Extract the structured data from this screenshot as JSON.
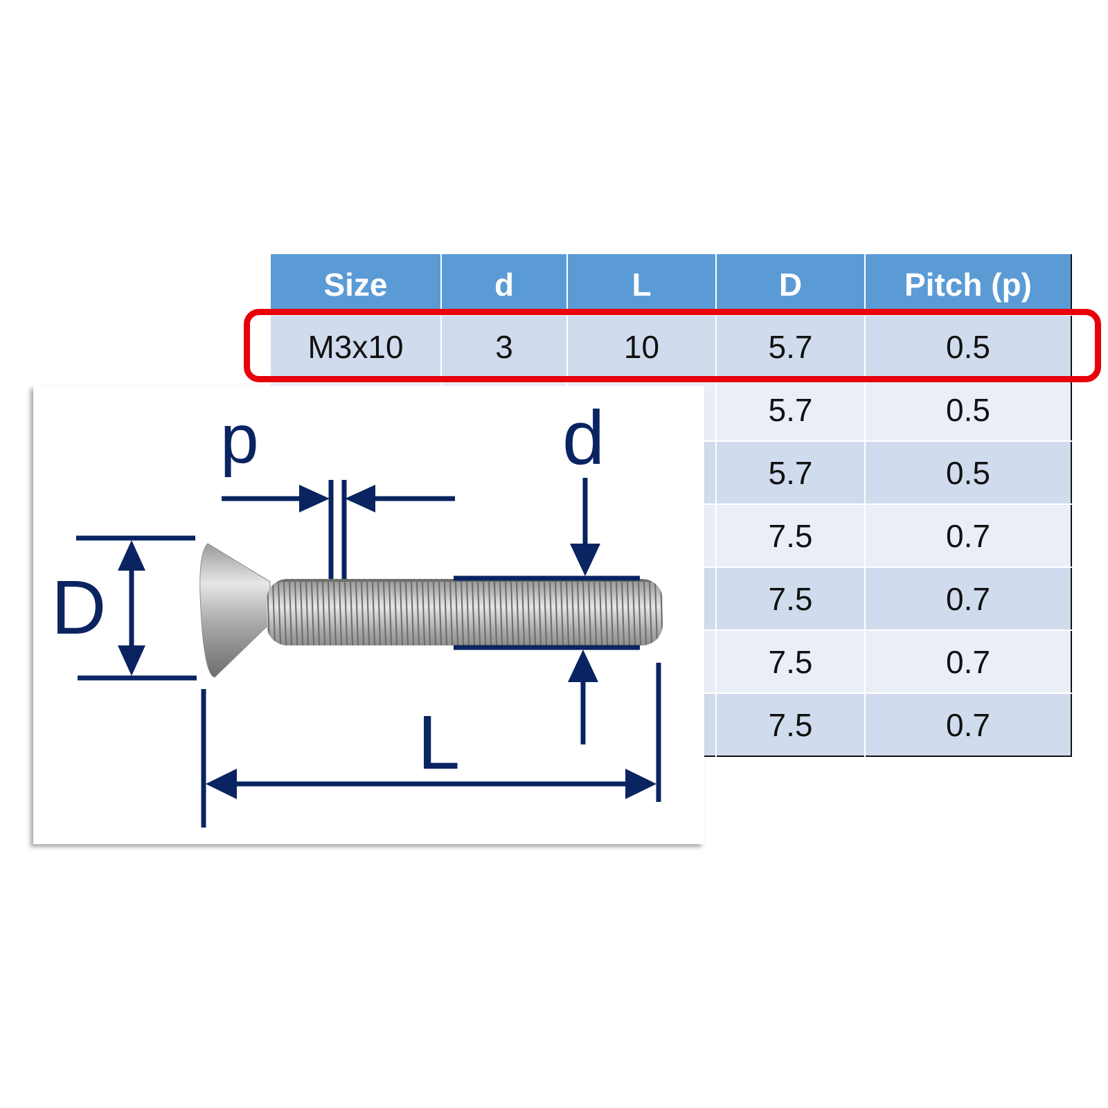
{
  "table": {
    "headers": [
      "Size",
      "d",
      "L",
      "D",
      "Pitch (p)"
    ],
    "rows": [
      {
        "size": "M3x10",
        "d": "3",
        "L": "10",
        "D": "5.7",
        "pitch": "0.5"
      },
      {
        "D": "5.7",
        "pitch": "0.5"
      },
      {
        "D": "5.7",
        "pitch": "0.5"
      },
      {
        "D": "7.5",
        "pitch": "0.7"
      },
      {
        "D": "7.5",
        "pitch": "0.7"
      },
      {
        "D": "7.5",
        "pitch": "0.7"
      },
      {
        "D": "7.5",
        "pitch": "0.7"
      }
    ]
  },
  "diagram": {
    "label_p": "p",
    "label_d": "d",
    "label_D": "D",
    "label_L": "L"
  },
  "colors": {
    "header": "#5b9bd5",
    "highlight": "#e8000b",
    "dimension": "#0a2462"
  }
}
